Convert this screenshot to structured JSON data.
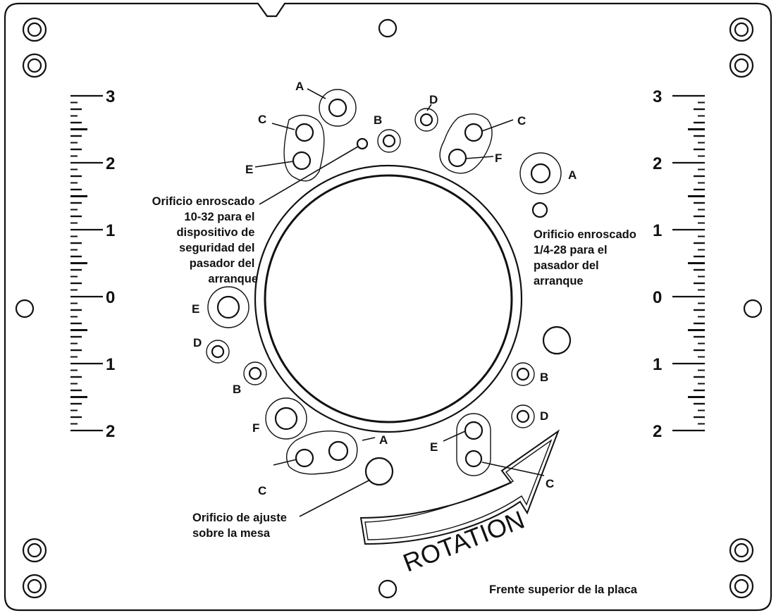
{
  "scales": {
    "labels": [
      "3",
      "2",
      "1",
      "0",
      "1",
      "2"
    ]
  },
  "hole_labels": {
    "a_top": "A",
    "c_top_left": "C",
    "e_top_left": "E",
    "b_top": "B",
    "d_top": "D",
    "c_top_right": "C",
    "f_top_right": "F",
    "a_right": "A",
    "e_left": "E",
    "d_left": "D",
    "b_left": "B",
    "f_bottom_left": "F",
    "a_bottom": "A",
    "c_bottom_left": "C",
    "e_bottom_right": "E",
    "c_bottom_right": "C",
    "b_right": "B",
    "d_right": "D"
  },
  "annotations": {
    "tapped_10_32": [
      "Orificio enroscado",
      "10-32 para el",
      "dispositivo de",
      "seguridad del",
      "pasador del",
      "arranque"
    ],
    "tapped_1_4_28": [
      "Orificio enroscado",
      "1/4-28 para el",
      "pasador del",
      "arranque"
    ],
    "table_adjust": [
      "Orificio de ajuste",
      "sobre la mesa"
    ],
    "front_top": "Frente superior de la placa"
  },
  "rotation_label": "ROTATION"
}
